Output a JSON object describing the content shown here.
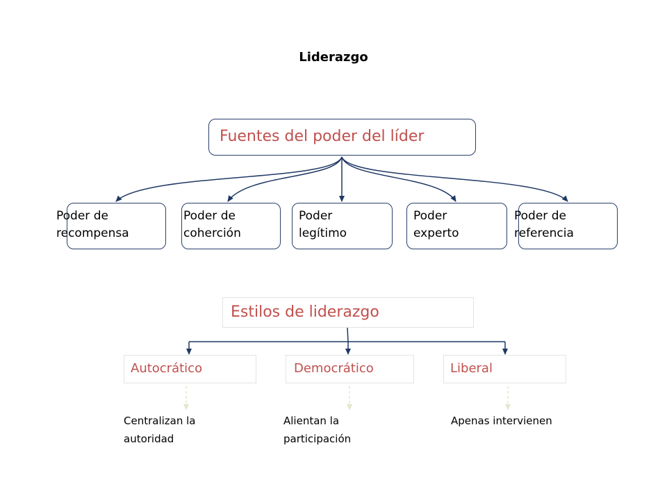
{
  "title": "Liderazgo",
  "sources": {
    "heading": "Fuentes del poder del líder",
    "items": [
      {
        "line1": "Poder de",
        "line2": "recompensa"
      },
      {
        "line1": "Poder de",
        "line2": "coherción"
      },
      {
        "line1": "Poder",
        "line2": "legítimo"
      },
      {
        "line1": "Poder",
        "line2": "experto"
      },
      {
        "line1": "Poder de",
        "line2": "referencia"
      }
    ]
  },
  "styles": {
    "heading": "Estilos de liderazgo",
    "items": [
      {
        "name": "Autocrático",
        "desc_line1": "Centralizan la",
        "desc_line2": "autoridad"
      },
      {
        "name": "Democrático",
        "desc_line1": "Alientan la",
        "desc_line2": "participación"
      },
      {
        "name": "Liberal",
        "desc_line1": "Apenas intervienen",
        "desc_line2": ""
      }
    ]
  },
  "colors": {
    "connector": "#1f3864",
    "box_border": "#2a3f6b",
    "heading_text": "#c0504d",
    "dashed_arrow": "#e6e6cc"
  }
}
